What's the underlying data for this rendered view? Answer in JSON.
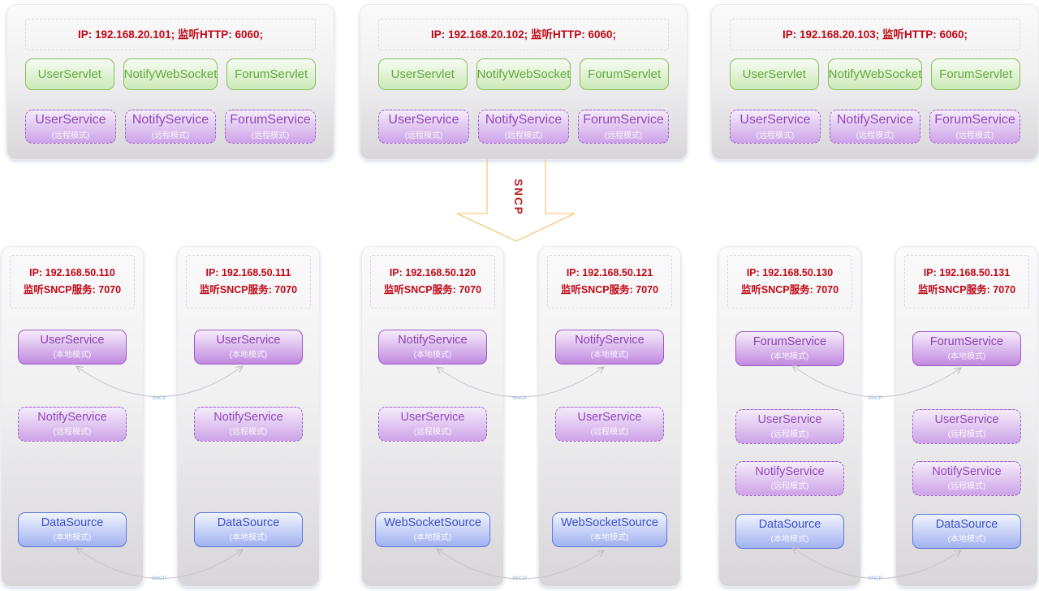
{
  "flow_arrow_label": "SNCP",
  "connector_label": "SNCP",
  "colors": {
    "accent_red": "#c00714",
    "servlet_green": "#85bf59",
    "service_purple": "#9b59c7",
    "datasource_blue": "#5b76e0",
    "flow_arrow_outline": "#f2cc80",
    "connector_gray": "#c4c4ca"
  },
  "web_servers": [
    {
      "ip": "IP: 192.168.20.101;  监听HTTP: 6060;",
      "servlets": [
        "UserServlet",
        "NotifyWebSocket",
        "ForumServlet"
      ],
      "services": [
        {
          "name": "UserService",
          "mode": "(远程模式)"
        },
        {
          "name": "NotifyService",
          "mode": "(远程模式)"
        },
        {
          "name": "ForumService",
          "mode": "(远程模式)"
        }
      ]
    },
    {
      "ip": "IP: 192.168.20.102;  监听HTTP: 6060;",
      "servlets": [
        "UserServlet",
        "NotifyWebSocket",
        "ForumServlet"
      ],
      "services": [
        {
          "name": "UserService",
          "mode": "(远程模式)"
        },
        {
          "name": "NotifyService",
          "mode": "(远程模式)"
        },
        {
          "name": "ForumService",
          "mode": "(远程模式)"
        }
      ]
    },
    {
      "ip": "IP: 192.168.20.103;  监听HTTP: 6060;",
      "servlets": [
        "UserServlet",
        "NotifyWebSocket",
        "ForumServlet"
      ],
      "services": [
        {
          "name": "UserService",
          "mode": "(远程模式)"
        },
        {
          "name": "NotifyService",
          "mode": "(远程模式)"
        },
        {
          "name": "ForumService",
          "mode": "(远程模式)"
        }
      ]
    }
  ],
  "service_nodes": [
    {
      "ip_line1": "IP: 192.168.50.110",
      "ip_line2": "监听SNCP服务: 7070",
      "items": [
        {
          "name": "UserService",
          "mode": "(本地模式)"
        },
        {
          "name": "NotifyService",
          "mode": "(远程模式)"
        },
        {
          "name": "DataSource",
          "mode": "(本地模式)"
        }
      ]
    },
    {
      "ip_line1": "IP: 192.168.50.111",
      "ip_line2": "监听SNCP服务: 7070",
      "items": [
        {
          "name": "UserService",
          "mode": "(本地模式)"
        },
        {
          "name": "NotifyService",
          "mode": "(远程模式)"
        },
        {
          "name": "DataSource",
          "mode": "(本地模式)"
        }
      ]
    },
    {
      "ip_line1": "IP: 192.168.50.120",
      "ip_line2": "监听SNCP服务: 7070",
      "items": [
        {
          "name": "NotifyService",
          "mode": "(本地模式)"
        },
        {
          "name": "UserService",
          "mode": "(远程模式)"
        },
        {
          "name": "WebSocketSource",
          "mode": "(本地模式)"
        }
      ]
    },
    {
      "ip_line1": "IP: 192.168.50.121",
      "ip_line2": "监听SNCP服务: 7070",
      "items": [
        {
          "name": "NotifyService",
          "mode": "(本地模式)"
        },
        {
          "name": "UserService",
          "mode": "(远程模式)"
        },
        {
          "name": "WebSocketSource",
          "mode": "(本地模式)"
        }
      ]
    },
    {
      "ip_line1": "IP: 192.168.50.130",
      "ip_line2": "监听SNCP服务: 7070",
      "items": [
        {
          "name": "ForumService",
          "mode": "(本地模式)"
        },
        {
          "name": "UserService",
          "mode": "(远程模式)"
        },
        {
          "name": "NotifyService",
          "mode": "(远程模式)"
        },
        {
          "name": "DataSource",
          "mode": "(本地模式)"
        }
      ]
    },
    {
      "ip_line1": "IP: 192.168.50.131",
      "ip_line2": "监听SNCP服务: 7070",
      "items": [
        {
          "name": "ForumService",
          "mode": "(本地模式)"
        },
        {
          "name": "UserService",
          "mode": "(远程模式)"
        },
        {
          "name": "NotifyService",
          "mode": "(远程模式)"
        },
        {
          "name": "DataSource",
          "mode": "(本地模式)"
        }
      ]
    }
  ]
}
